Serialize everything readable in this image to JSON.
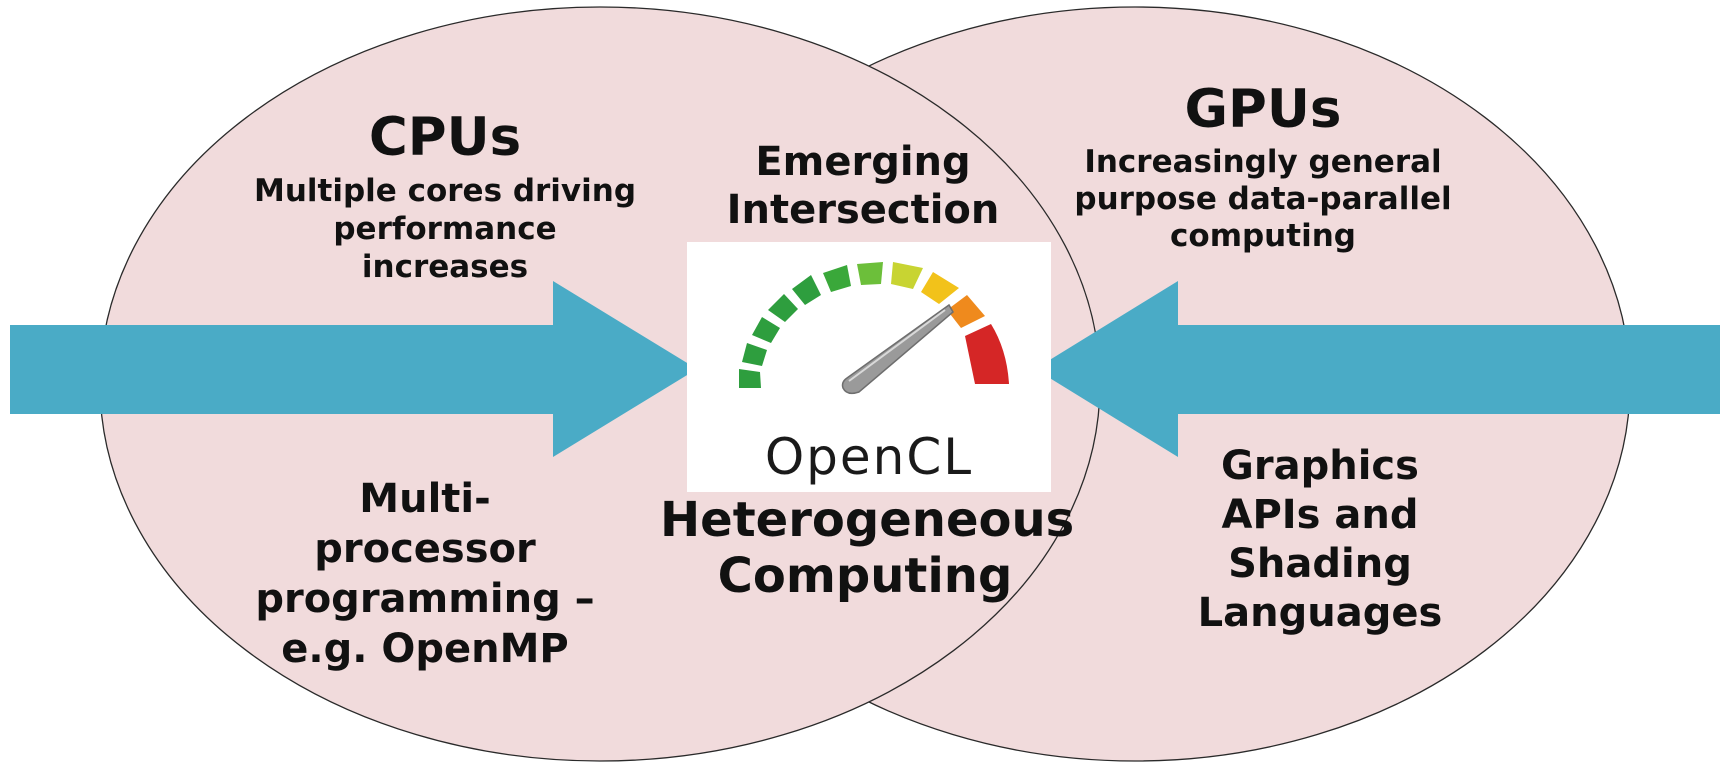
{
  "left_circle": {
    "title": "CPUs",
    "subtitle": "Multiple cores driving\nperformance increases",
    "bottom_text": "Multi-\nprocessor\nprogramming –\ne.g. OpenMP"
  },
  "right_circle": {
    "title": "GPUs",
    "subtitle": "Increasingly general\npurpose data-parallel\ncomputing",
    "bottom_text": "Graphics\nAPIs and\nShading\nLanguages"
  },
  "intersection": {
    "top_text": "Emerging\nIntersection",
    "bottom_text": "Heterogeneous\nComputing"
  },
  "logo": {
    "text": "OpenCL",
    "icon": "speedometer-gauge-icon"
  },
  "colors": {
    "circle_fill": "#f1dbdc",
    "circle_stroke": "#2a2a2a",
    "arrow": "#4aabc6",
    "gauge_green": "#2e9e3e",
    "gauge_yellow": "#f2c21a",
    "gauge_orange": "#ef8a1d",
    "gauge_red": "#d52626",
    "needle": "#9a9a9a"
  }
}
